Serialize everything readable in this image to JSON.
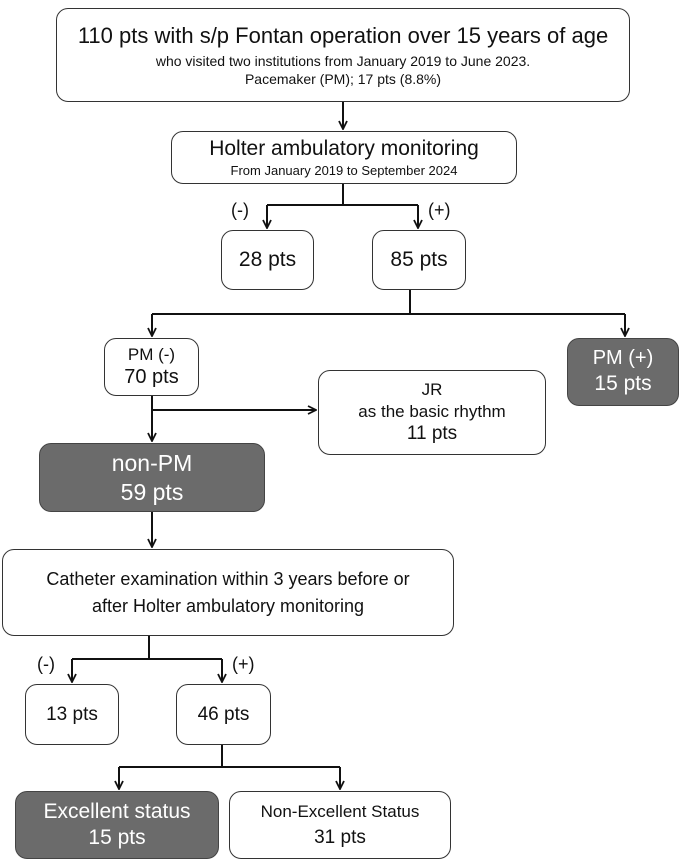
{
  "top": {
    "title": "110 pts with s/p Fontan operation over 15 years of age",
    "line2": "who visited two institutions from January 2019 to June 2023.",
    "line3": "Pacemaker (PM); 17 pts (8.8%)"
  },
  "holter": {
    "title": "Holter ambulatory monitoring",
    "subtitle": "From January 2019 to September 2024"
  },
  "holter_neg_label": "(-)",
  "holter_pos_label": "(+)",
  "holter_neg": "28 pts",
  "holter_pos": "85 pts",
  "pm_neg": {
    "label": "PM (-)",
    "count": "70 pts"
  },
  "pm_pos": {
    "label": "PM (+)",
    "count": "15 pts"
  },
  "jr": {
    "line1": "JR",
    "line2": "as the basic rhythm",
    "count": "11 pts"
  },
  "non_pm": {
    "label": "non-PM",
    "count": "59 pts"
  },
  "catheter": {
    "line1": "Catheter examination within 3 years before or",
    "line2": "after Holter ambulatory monitoring"
  },
  "cath_neg_label": "(-)",
  "cath_pos_label": "(+)",
  "cath_neg": "13 pts",
  "cath_pos": "46 pts",
  "excellent": {
    "label": "Excellent status",
    "count": "15 pts"
  },
  "non_excellent": {
    "label": "Non-Excellent Status",
    "count": "31 pts"
  },
  "colors": {
    "dark_box": "#6b6b6b",
    "line": "#111111",
    "border": "#333333"
  }
}
